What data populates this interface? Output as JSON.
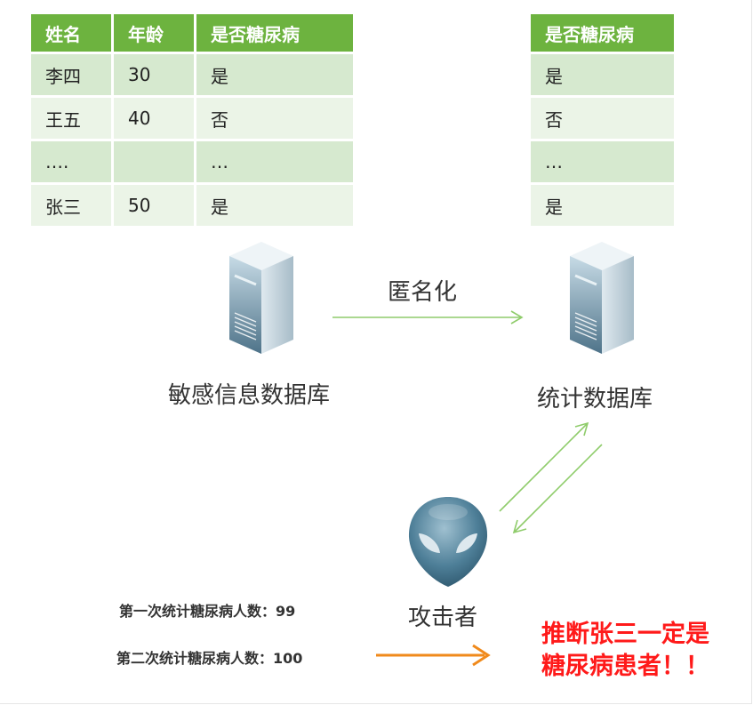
{
  "left_table": {
    "headers": [
      "姓名",
      "年龄",
      "是否糖尿病"
    ],
    "rows": [
      [
        "李四",
        "30",
        "是"
      ],
      [
        "王五",
        "40",
        "否"
      ],
      [
        "….",
        "",
        "…"
      ],
      [
        "张三",
        "50",
        "是"
      ]
    ]
  },
  "right_table": {
    "header": "是否糖尿病",
    "rows": [
      "是",
      "否",
      "…",
      "是"
    ]
  },
  "labels": {
    "sensitive_db": "敏感信息数据库",
    "anonymize": "匿名化",
    "stats_db": "统计数据库",
    "attacker": "攻击者",
    "first_query": "第一次统计糖尿病人数：99",
    "second_query": "第二次统计糖尿病人数：100",
    "conclusion_line1": "推断张三一定是",
    "conclusion_line2": "糖尿病患者！！"
  },
  "colors": {
    "table_header": "#6db33f",
    "row_odd": "#d6e9cf",
    "row_even": "#ebf4e7",
    "green_arrow": "#8fcc6b",
    "orange_arrow": "#f08a1c",
    "alert_text": "#ff1a1a"
  }
}
